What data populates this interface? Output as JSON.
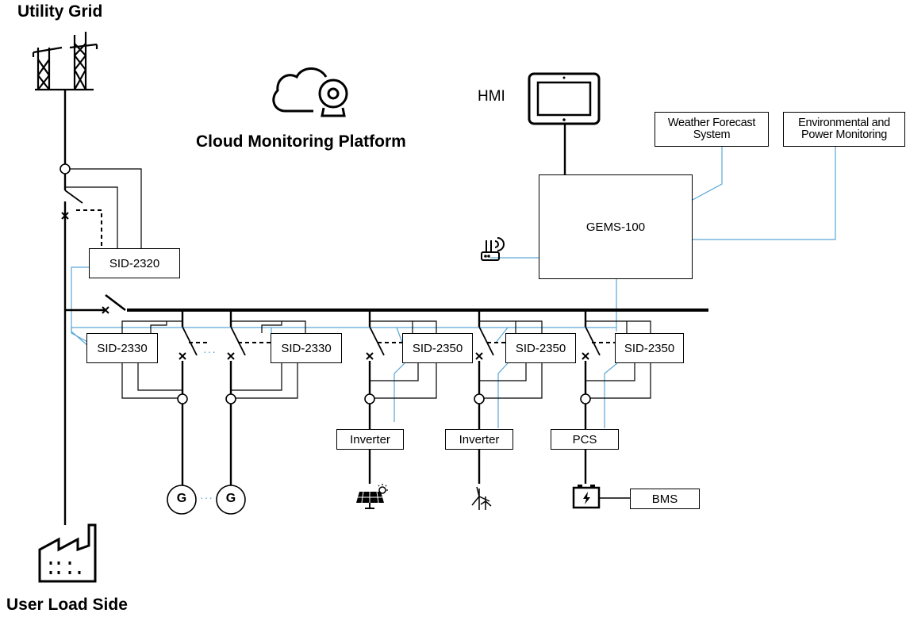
{
  "titles": {
    "utility_grid": "Utility Grid",
    "user_load_side": "User Load Side",
    "cloud_platform": "Cloud Monitoring Platform",
    "hmi": "HMI"
  },
  "devices": {
    "sid_2320": "SID-2320",
    "sid_2330_left": "SID-2330",
    "sid_2330_right": "SID-2330",
    "sid_2350_a": "SID-2350",
    "sid_2350_b": "SID-2350",
    "sid_2350_c": "SID-2350",
    "gems": "GEMS-100",
    "weather": "Weather Forecast\nSystem",
    "environment": "Environmental and\nPower Monitoring",
    "inverter_1": "Inverter",
    "inverter_2": "Inverter",
    "pcs": "PCS",
    "bms": "BMS"
  },
  "generators": {
    "g1": "G",
    "g2": "G",
    "between": "···"
  },
  "between_sid_2330": "···",
  "icons": [
    "power-tower-icon",
    "cloud-camera-icon",
    "hmi-tablet-icon",
    "router-icon",
    "factory-icon",
    "solar-panel-icon",
    "wind-turbine-icon",
    "battery-icon"
  ],
  "colors": {
    "line": "#000000",
    "comm_line": "#5aa7d6"
  }
}
